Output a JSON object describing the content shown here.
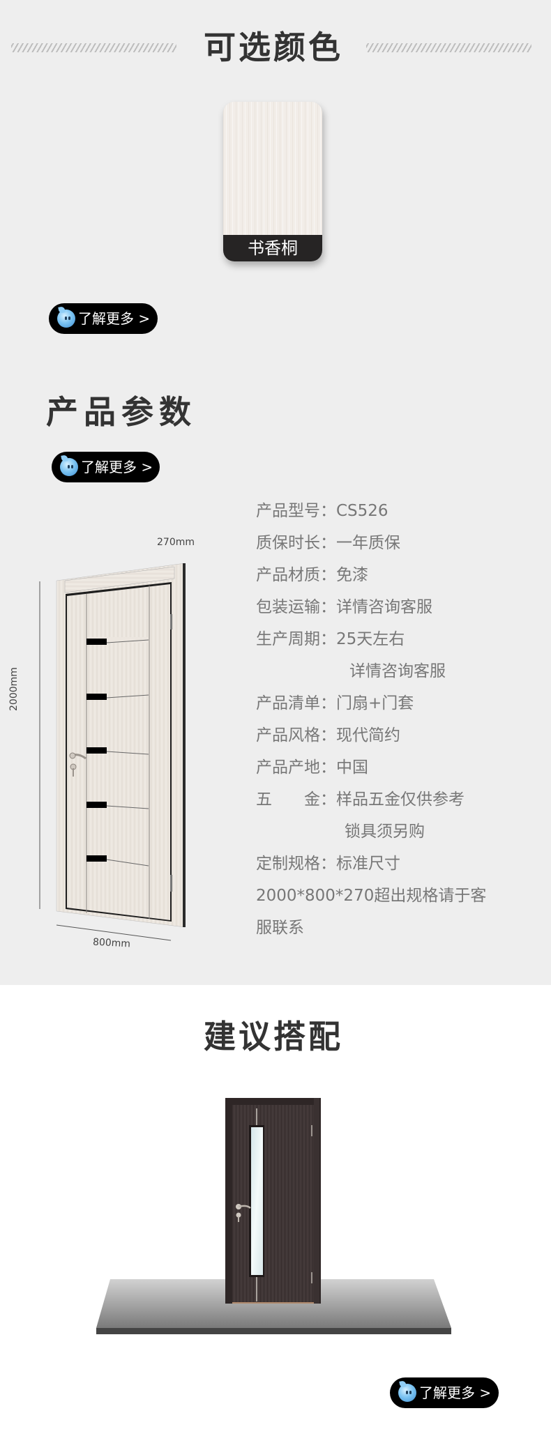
{
  "colors_section": {
    "title": "可选颜色",
    "swatches": [
      {
        "name": "书香桐",
        "color": "#f2ede8"
      }
    ],
    "more_button": {
      "label": "了解更多 >",
      "icon": "qq-penguin-bubble-icon"
    }
  },
  "params_section": {
    "title": "产品参数",
    "more_button": {
      "label": "了解更多 >",
      "icon": "qq-penguin-bubble-icon"
    },
    "dimensions": {
      "depth": "270mm",
      "height": "2000mm",
      "width": "800mm"
    },
    "rows": [
      {
        "text": "产品型号：CS526"
      },
      {
        "text": "质保时长：一年质保"
      },
      {
        "text": "产品材质：免漆"
      },
      {
        "text": "包装运输：详情咨询客服"
      },
      {
        "text": "生产周期：25天左右"
      },
      {
        "text": "详情咨询客服",
        "indent": true
      },
      {
        "text": "产品清单：门扇+门套"
      },
      {
        "text": "产品风格：现代简约"
      },
      {
        "text": "产品产地：中国"
      },
      {
        "text": "五　　金：样品五金仅供参考"
      },
      {
        "text": "锁具须另购",
        "indent": true
      },
      {
        "text": "定制规格：标准尺寸"
      },
      {
        "text": "2000*800*270超出规格请于客"
      },
      {
        "text": "服联系"
      }
    ]
  },
  "match_section": {
    "title": "建议搭配",
    "more_button": {
      "label": "了解更多 >",
      "icon": "qq-penguin-bubble-icon"
    }
  },
  "theme": {
    "page_bg": "#eeeeee",
    "title_color": "#333333",
    "param_text_color": "#777777",
    "button_bg": "#000000"
  }
}
